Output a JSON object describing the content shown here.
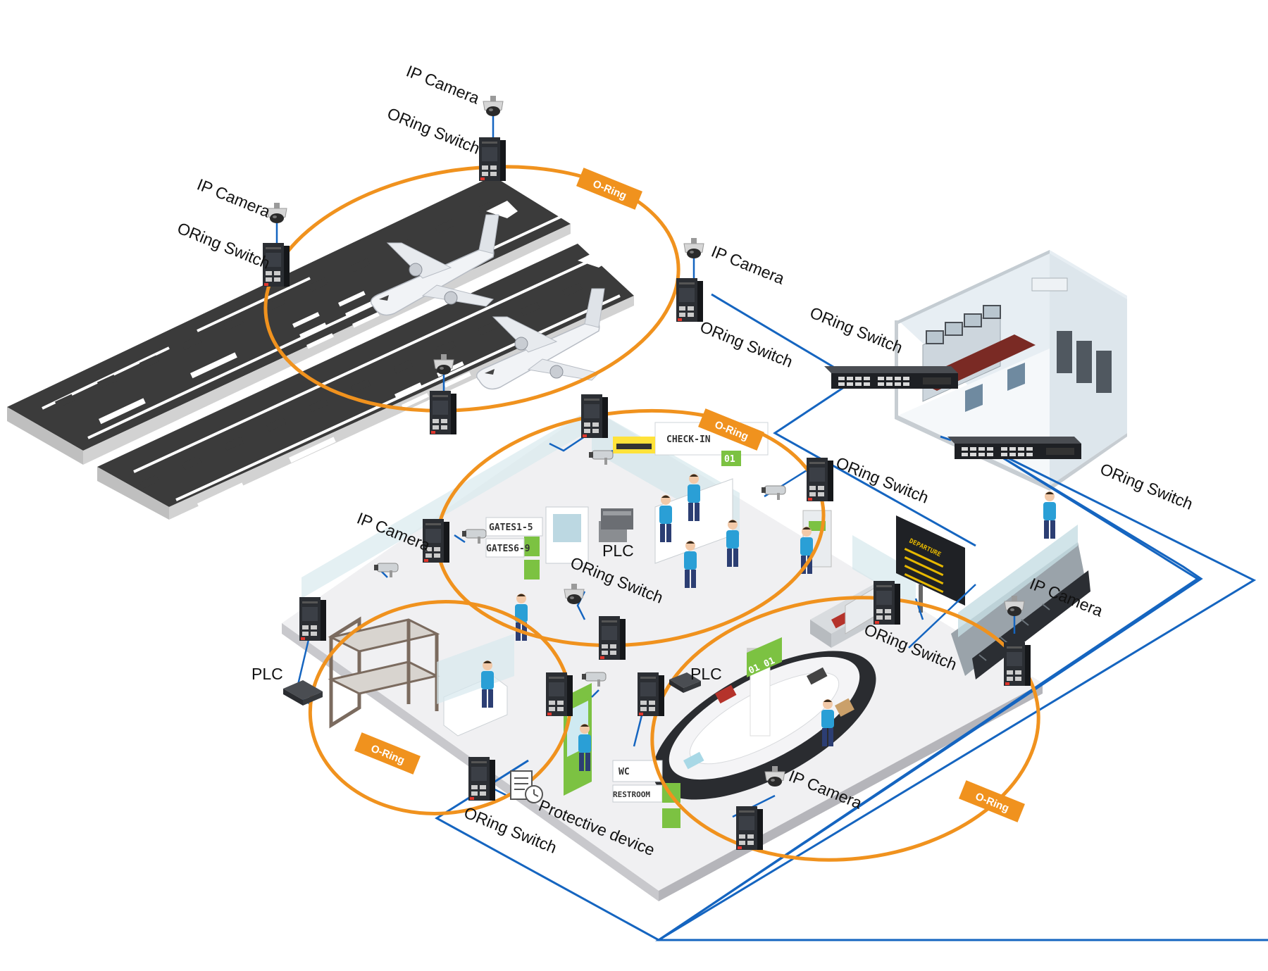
{
  "colors": {
    "ring": "#F0921E",
    "fiber": "#1565C0",
    "runway": "#3a3a3a",
    "floor": "#eeeef0",
    "switch_body": "#23262b",
    "accent_green": "#7cc242"
  },
  "labels": {
    "ip_camera": "IP Camera",
    "oring_switch": "ORing Switch",
    "plc": "PLC",
    "protective_device": "Protective device",
    "o_ring": "O-Ring"
  },
  "signs": {
    "check_in": "CHECK-IN",
    "check_in_num": "01",
    "gates_1": "GATES1-5",
    "gates_2": "GATES6-9",
    "carousel": "01 01",
    "wc": "WC",
    "restroom": "RESTROOM",
    "departure": "DEPARTURE"
  }
}
